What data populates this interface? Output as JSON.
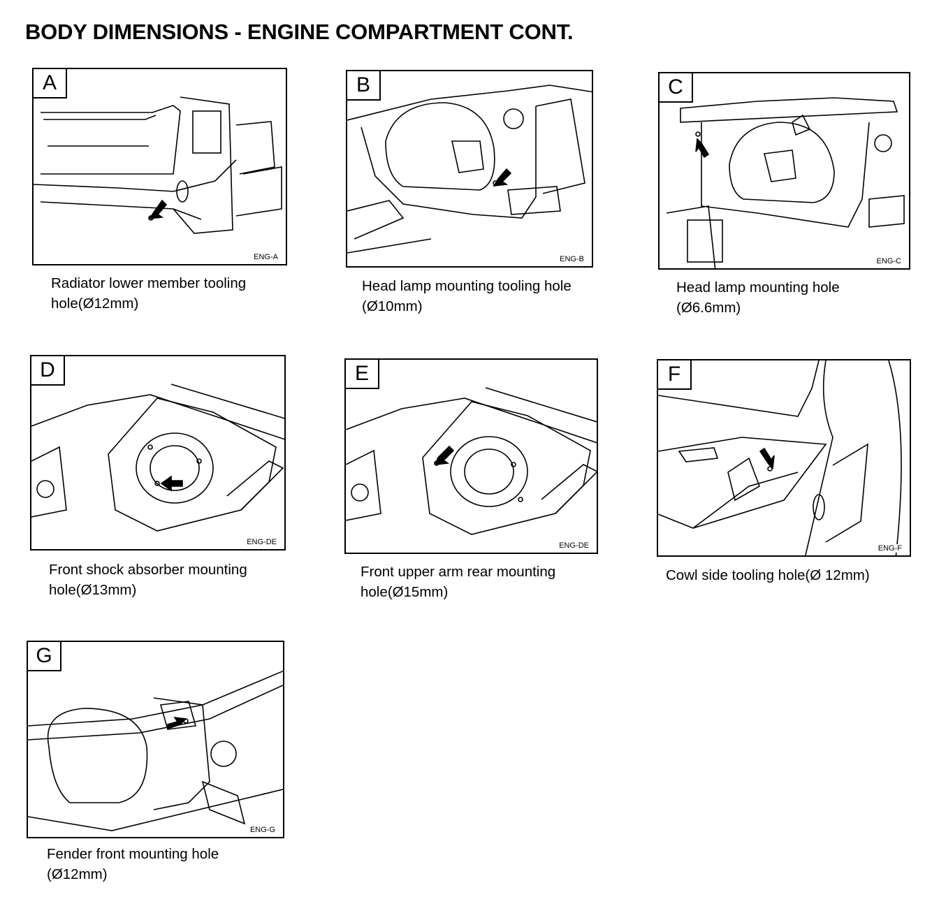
{
  "page": {
    "title": "BODY DIMENSIONS - ENGINE COMPARTMENT CONT."
  },
  "figures": [
    {
      "letter": "A",
      "code": "ENG-A",
      "caption": [
        "Radiator lower member tooling",
        "hole(Ø12mm)"
      ]
    },
    {
      "letter": "B",
      "code": "ENG-B",
      "caption": [
        "Head lamp mounting tooling hole",
        "(Ø10mm)"
      ]
    },
    {
      "letter": "C",
      "code": "ENG-C",
      "caption": [
        "Head lamp mounting hole",
        "(Ø6.6mm)"
      ]
    },
    {
      "letter": "D",
      "code": "ENG-DE",
      "caption": [
        "Front shock absorber mounting",
        "hole(Ø13mm)"
      ]
    },
    {
      "letter": "E",
      "code": "ENG-DE",
      "caption": [
        "Front upper arm rear mounting",
        "hole(Ø15mm)"
      ]
    },
    {
      "letter": "F",
      "code": "ENG-F",
      "caption": [
        "Cowl side tooling hole(Ø 12mm)"
      ]
    },
    {
      "letter": "G",
      "code": "ENG-G",
      "caption": [
        "Fender front mounting hole",
        "(Ø12mm)"
      ]
    }
  ]
}
